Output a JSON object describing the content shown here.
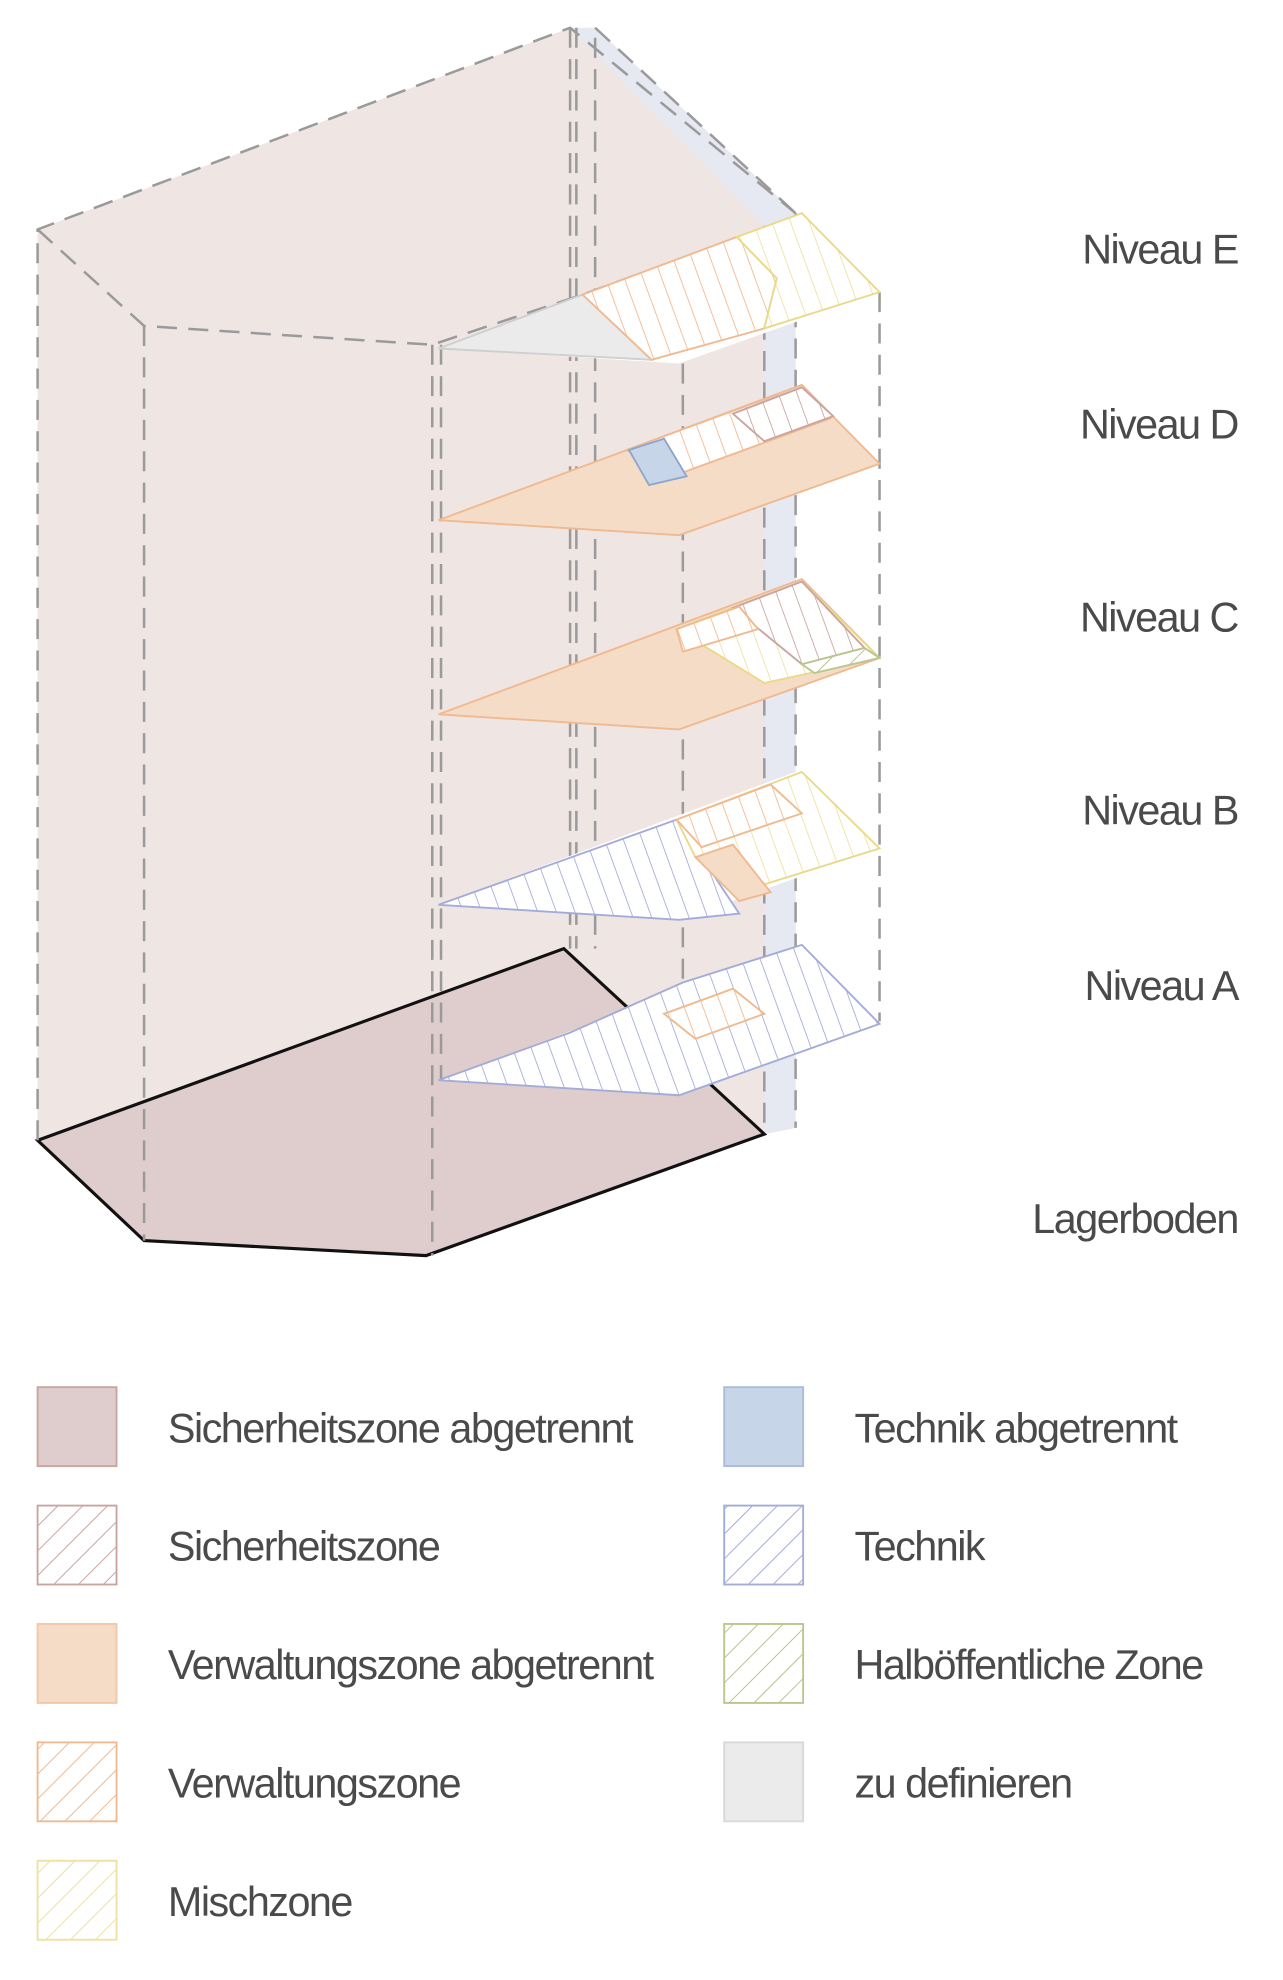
{
  "levels": [
    {
      "key": "E",
      "label": "Niveau E"
    },
    {
      "key": "D",
      "label": "Niveau D"
    },
    {
      "key": "C",
      "label": "Niveau C"
    },
    {
      "key": "B",
      "label": "Niveau B"
    },
    {
      "key": "A",
      "label": "Niveau A"
    },
    {
      "key": "L",
      "label": "Lagerboden"
    }
  ],
  "legend": [
    {
      "label": "Sicherheitszone abgetrennt",
      "style": "solid",
      "color": "#dfcccc",
      "stroke": "#c9a5a0"
    },
    {
      "label": "Sicherheitszone",
      "style": "hatch",
      "color": "#c9a5a0"
    },
    {
      "label": "Verwaltungszone abgetrennt",
      "style": "solid",
      "color": "#f5dcc7",
      "stroke": "#f0c8a8"
    },
    {
      "label": "Verwaltungszone",
      "style": "hatch",
      "color": "#f0b98f"
    },
    {
      "label": "Mischzone",
      "style": "hatch",
      "color": "#efe1a0"
    },
    {
      "label": "Technik abgetrennt",
      "style": "solid",
      "color": "#c7d5e8",
      "stroke": "#a9bcd8"
    },
    {
      "label": "Technik",
      "style": "hatch",
      "color": "#a3acd8"
    },
    {
      "label": "Halböffentliche Zone",
      "style": "hatch",
      "color": "#b9c68f"
    },
    {
      "label": "zu definieren",
      "style": "solid",
      "color": "#ebebeb",
      "stroke": "#d8d8d8"
    }
  ]
}
